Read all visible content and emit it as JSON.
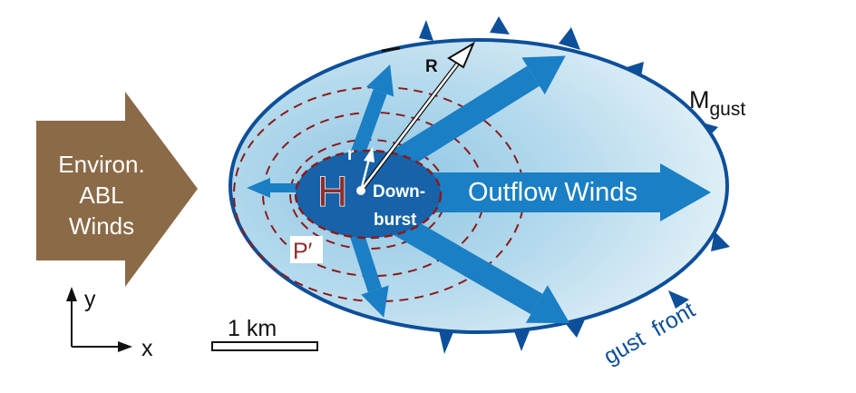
{
  "colors": {
    "environ_arrow": "#8b6a47",
    "outflow_arrow": "#1a7fc4",
    "downburst_fill": "#1762a8",
    "ellipse_edge": "#0d4f99",
    "ellipse_fill_inner": "#8fc6e3",
    "ellipse_fill_outer": "#e4f1f8",
    "pressure_contour": "#8b1a1a",
    "h_letter": "#8b2e2e",
    "dark_text": "#111111",
    "gust_front_text": "#0d4f99"
  },
  "labels": {
    "environ_line1": "Environ.",
    "environ_line2": "ABL",
    "environ_line3": "Winds",
    "high_pressure": "H",
    "small_radius": "r",
    "radius": "R",
    "downburst_line1": "Down-",
    "downburst_line2": "burst",
    "outflow_winds": "Outflow Winds",
    "m_base": "M",
    "m_subscript": "gust",
    "pressure_perturbation": "P′",
    "gust_front": "gust  front",
    "axis_y": "y",
    "axis_x": "x",
    "scale_bar": "1 km"
  },
  "icons": {
    "environ_arrow": "block-arrow-right-icon",
    "gust_front_barbs": "cold-front-triangle-icon"
  }
}
